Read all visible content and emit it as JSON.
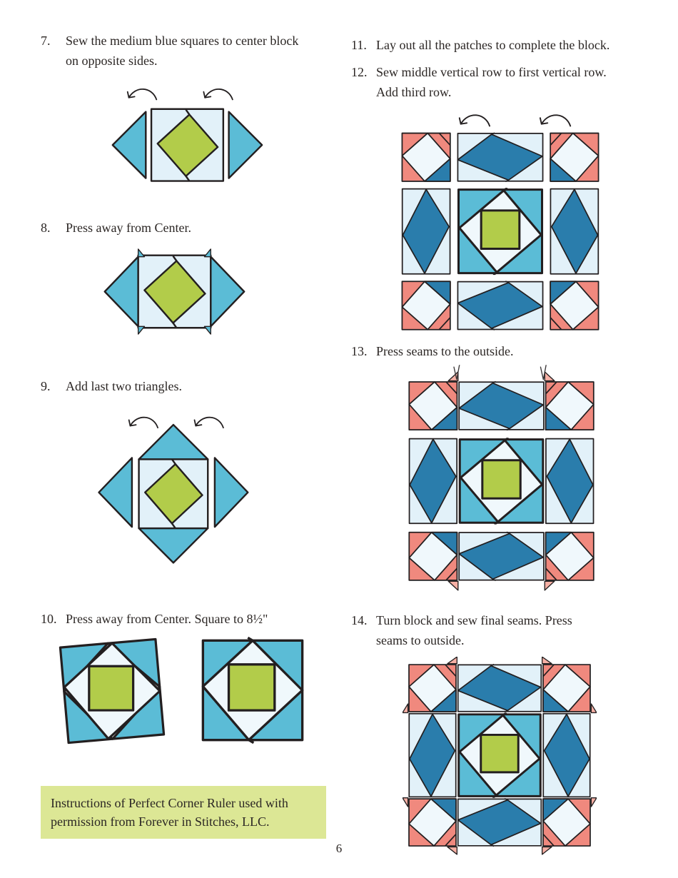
{
  "page": {
    "number": "6"
  },
  "colors": {
    "turquoise": "#5bbcd6",
    "dark_blue": "#2a7dac",
    "pale_blue": "#e2f1f9",
    "white_blue": "#f0f8fc",
    "salmon": "#f0897e",
    "salmon_light": "#f6b0a5",
    "green": "#b2cc4a",
    "note_bg": "#dce795",
    "outline": "#231f20",
    "text": "#2b2624"
  },
  "icons": {
    "rotate_arrow": "curved-rotate-arrow",
    "pin": "sewing-pin"
  },
  "steps": [
    {
      "number": "7.",
      "text": "Sew the medium blue squares to center block\non opposite sides."
    },
    {
      "number": "8.",
      "text": "Press away from Center."
    },
    {
      "number": "9.",
      "text": "Add last two triangles."
    },
    {
      "number": "10.",
      "text": "Press away from Center. Square to 8½\""
    },
    {
      "number": "11.",
      "text": "Lay out all the patches to complete the block."
    },
    {
      "number": "12.",
      "text": "Sew middle vertical row to first vertical row.\nAdd third row."
    },
    {
      "number": "13.",
      "text": "Press seams to the outside."
    },
    {
      "number": "14.",
      "text": "Turn block and sew final seams. Press\nseams to outside."
    }
  ],
  "note": {
    "text": "Instructions of Perfect Corner Ruler used with\npermission from Forever in Stitches, LLC."
  }
}
